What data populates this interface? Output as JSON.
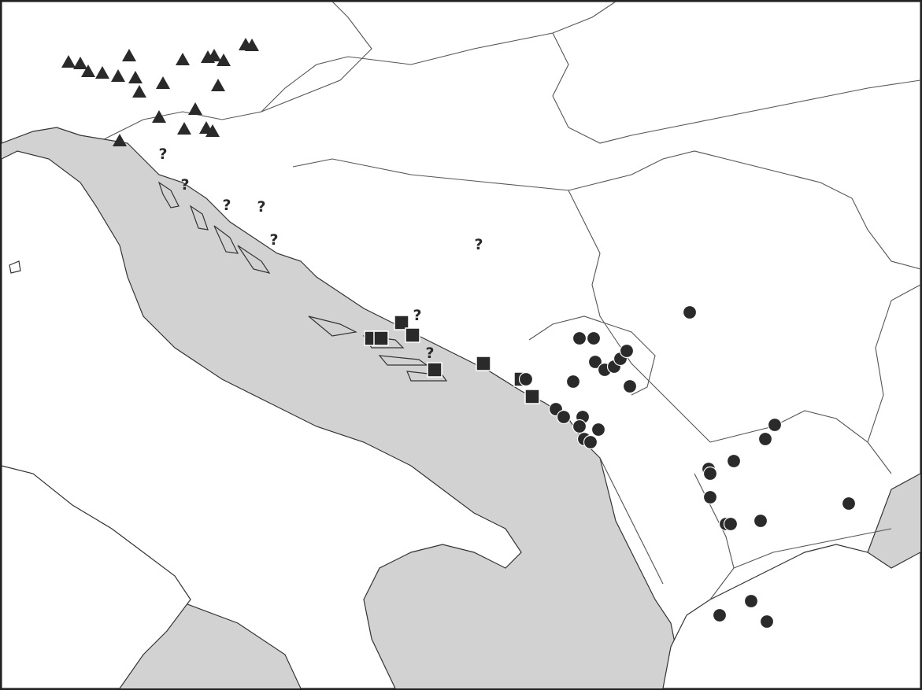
{
  "map": {
    "colors": {
      "sea": "#d2d2d2",
      "land": "#ffffff",
      "marker": "#2a2a2a",
      "border": "#555555"
    },
    "symbols": {
      "triangle": "triangle-marker",
      "square": "square-marker",
      "circle": "circle-marker",
      "question": "?"
    }
  }
}
